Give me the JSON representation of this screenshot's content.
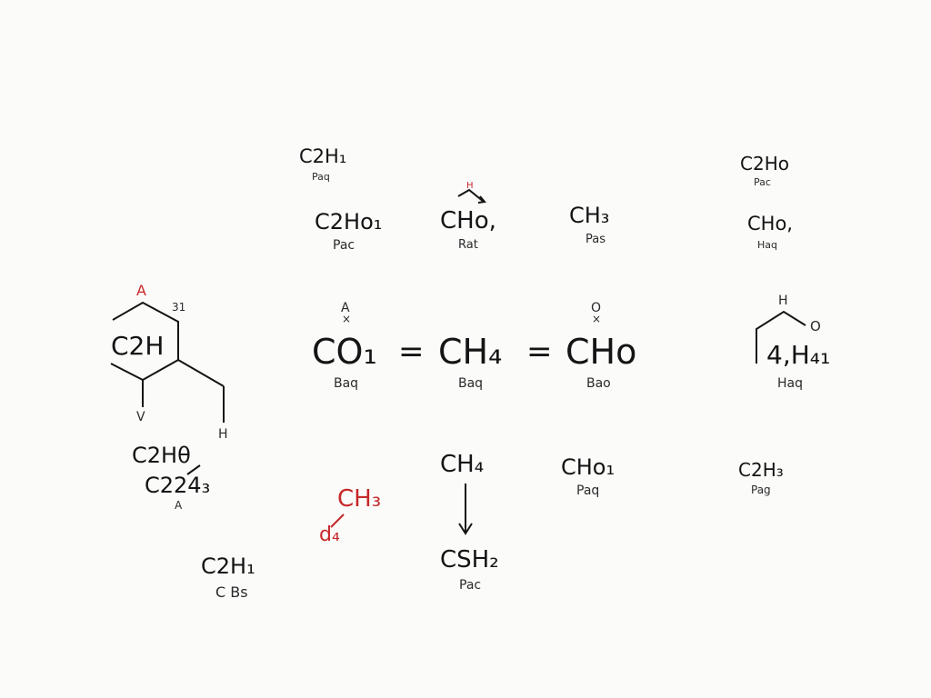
{
  "colors": {
    "background": "#fbfbfa",
    "ink": "#141414",
    "accent_red": "#c62828"
  },
  "formulas": {
    "f1": {
      "main": "C2H₁",
      "sub": "Paq"
    },
    "f2": {
      "main": "C2Ho₁",
      "sub": "Pac"
    },
    "f3": {
      "main": "CHo,",
      "sub": "Rat",
      "marker": "H"
    },
    "f4": {
      "main": "CH₃",
      "sub": "Pas"
    },
    "f5": {
      "main": "C2Ho",
      "sub": "Pac"
    },
    "f6": {
      "main": "CHo,",
      "sub": "Haq"
    },
    "ring": {
      "main": "C2H",
      "top": "A",
      "num": "31",
      "bottom": "V",
      "h": "H"
    },
    "eq": {
      "a": {
        "main": "CO₁",
        "sub": "Baq",
        "top": "A",
        "x": "×"
      },
      "op1": "=",
      "b": {
        "main": "CH₄",
        "sub": "Baq"
      },
      "op2": "=",
      "c": {
        "main": "CHo",
        "sub": "Bao",
        "top": "O",
        "x": "×"
      }
    },
    "right": {
      "main": "4,H₄₁",
      "sub": "Haq",
      "h": "H",
      "o": "O"
    },
    "f7": {
      "main": "C2Hθ",
      "main2": "C224₃",
      "sub": "A"
    },
    "f8": {
      "main": "C2H₁",
      "sub": "C Bs"
    },
    "red": {
      "main": "CH₃",
      "sub": "d₄"
    },
    "arrowTop": {
      "main": "CH₄"
    },
    "arrowBottom": {
      "main": "CSH₂",
      "sub": "Pac"
    },
    "f9": {
      "main": "CHo₁",
      "sub": "Paq"
    },
    "f10": {
      "main": "C2H₃",
      "sub": "Pag"
    }
  }
}
